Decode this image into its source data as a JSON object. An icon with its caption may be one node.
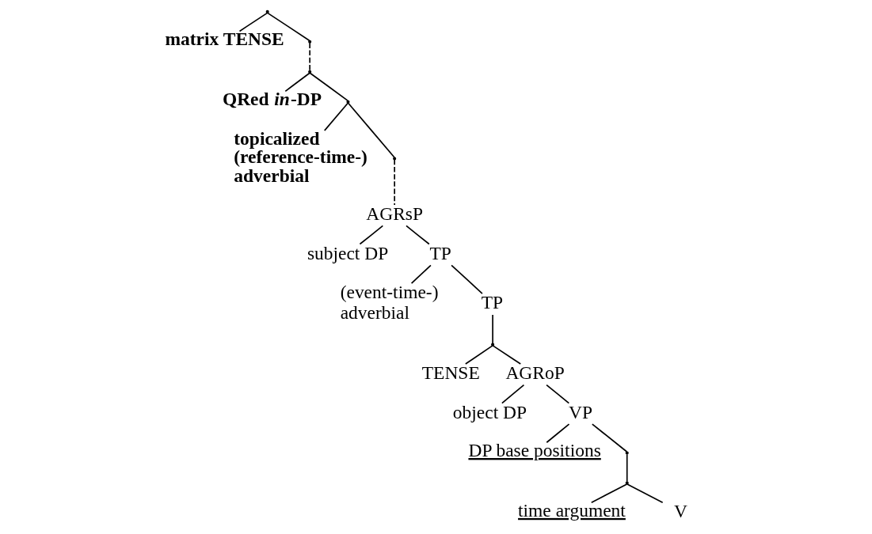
{
  "diagram": {
    "nodes": [
      {
        "text": [],
        "shape": "point"
      },
      {
        "text": [
          "matrix TENSE"
        ]
      },
      {
        "text": [],
        "shape": "point"
      },
      {
        "text": [],
        "shape": "point"
      },
      {
        "text": [
          "QRed *in*-DP"
        ]
      },
      {
        "text": [],
        "shape": "point"
      },
      {
        "text": [
          "topicalized (reference-time-) adverbial"
        ]
      },
      {
        "text": [],
        "shape": "point"
      },
      {
        "text": [
          "AGRsP"
        ]
      },
      {
        "text": [
          "subject DP"
        ]
      },
      {
        "text": [
          "TP"
        ]
      },
      {
        "text": [
          "(event-time-) adverbial"
        ]
      },
      {
        "text": [
          "TP"
        ]
      },
      {
        "text": [],
        "shape": "point"
      },
      {
        "text": [
          "TENSE"
        ]
      },
      {
        "text": [
          "AGRoP"
        ]
      },
      {
        "text": [
          "object DP"
        ]
      },
      {
        "text": [
          "VP"
        ]
      },
      {
        "text": [
          "DP base positions"
        ]
      },
      {
        "text": [],
        "shape": "point"
      },
      {
        "text": [],
        "shape": "point"
      },
      {
        "text": [
          "time argument"
        ]
      },
      {
        "text": [
          "V"
        ]
      }
    ],
    "edges": [
      {
        "from": 0,
        "to": 1,
        "arrow": "none"
      },
      {
        "from": 0,
        "to": 2,
        "arrow": "none"
      },
      {
        "from": 2,
        "to": 3,
        "arrow": "none",
        "style": "dashed"
      },
      {
        "from": 3,
        "to": 4,
        "arrow": "none"
      },
      {
        "from": 3,
        "to": 5,
        "arrow": "none"
      },
      {
        "from": 5,
        "to": 6,
        "arrow": "none"
      },
      {
        "from": 5,
        "to": 7,
        "arrow": "none"
      },
      {
        "from": 7,
        "to": 8,
        "arrow": "none",
        "style": "dashed"
      },
      {
        "from": 8,
        "to": 9,
        "arrow": "none"
      },
      {
        "from": 8,
        "to": 10,
        "arrow": "none"
      },
      {
        "from": 10,
        "to": 11,
        "arrow": "none"
      },
      {
        "from": 10,
        "to": 12,
        "arrow": "none"
      },
      {
        "from": 12,
        "to": 13,
        "arrow": "none"
      },
      {
        "from": 13,
        "to": 14,
        "arrow": "none"
      },
      {
        "from": 13,
        "to": 15,
        "arrow": "none"
      },
      {
        "from": 15,
        "to": 16,
        "arrow": "none"
      },
      {
        "from": 15,
        "to": 17,
        "arrow": "none"
      },
      {
        "from": 17,
        "to": 18,
        "arrow": "none"
      },
      {
        "from": 17,
        "to": 19,
        "arrow": "none"
      },
      {
        "from": 19,
        "to": 20,
        "arrow": "none"
      },
      {
        "from": 20,
        "to": 21,
        "arrow": "none"
      },
      {
        "from": 20,
        "to": 22,
        "arrow": "none"
      }
    ]
  }
}
